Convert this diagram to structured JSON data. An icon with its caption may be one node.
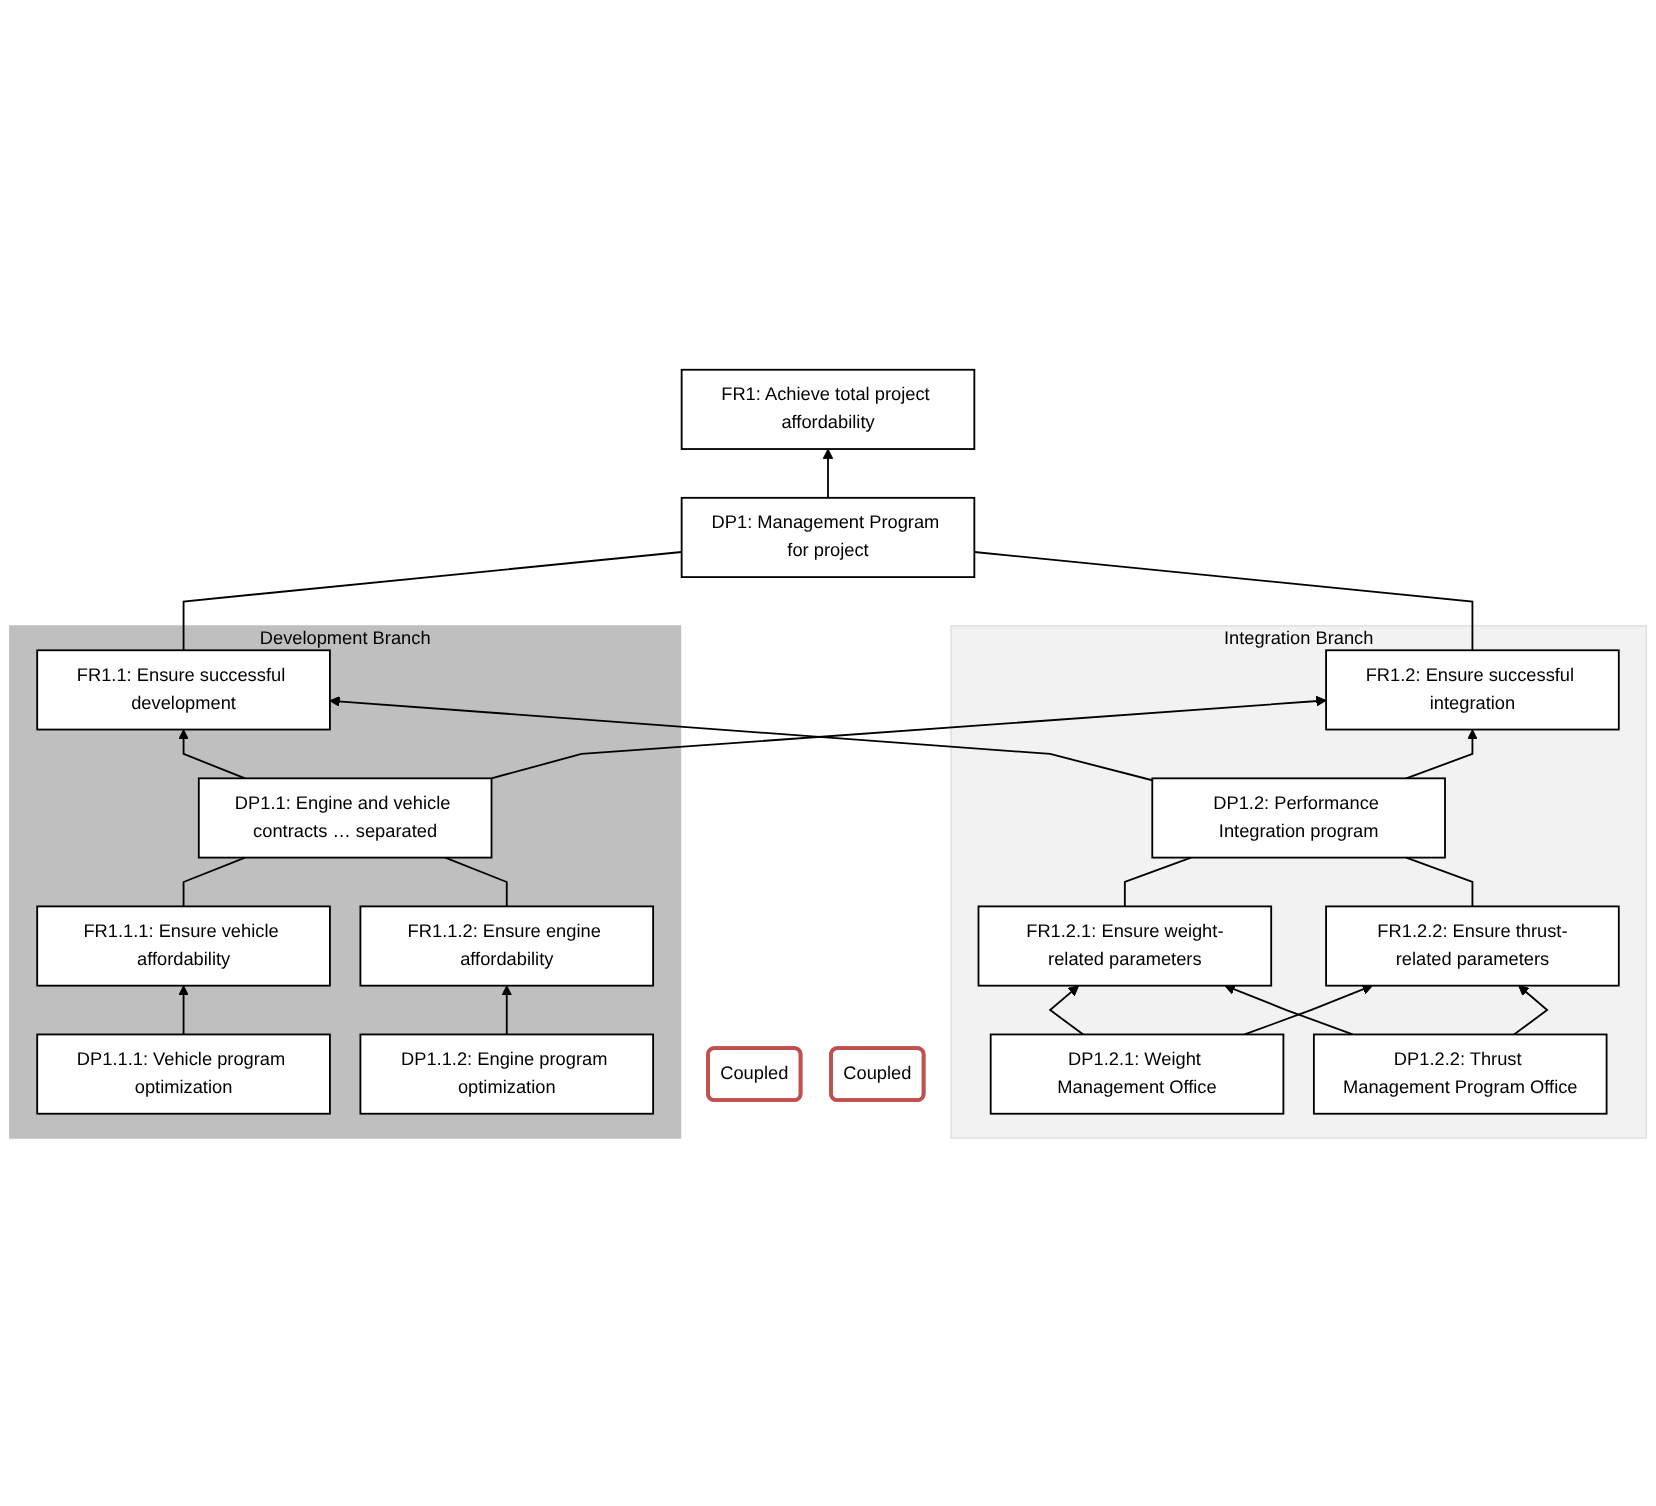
{
  "diagram": {
    "nodes": [
      {
        "text": [
          "FR1: Achieve total project affordability"
        ]
      },
      {
        "text": [
          "DP1: Management Program for project"
        ]
      },
      {
        "text": [
          "Development Branch"
        ]
      },
      {
        "text": [
          "FR1.1: Ensure successful development"
        ],
        "in": 2
      },
      {
        "text": [
          "DP1.1: Engine and vehicle contracts … separated"
        ],
        "in": 2
      },
      {
        "text": [
          "FR1.1.1: Ensure vehicle affordability"
        ],
        "in": 2
      },
      {
        "text": [
          "FR1.1.2: Ensure engine affordability"
        ],
        "in": 2
      },
      {
        "text": [
          "DP1.1.1: Vehicle program optimization"
        ],
        "in": 2
      },
      {
        "text": [
          "DP1.1.2: Engine program optimization"
        ],
        "in": 2
      },
      {
        "text": [
          "Integration Branch"
        ]
      },
      {
        "text": [
          "FR1.2: Ensure successful integration"
        ],
        "in": 9
      },
      {
        "text": [
          "DP1.2: Performance Integration program"
        ],
        "in": 9
      },
      {
        "text": [
          "FR1.2.1: Ensure weight-related parameters"
        ],
        "in": 9
      },
      {
        "text": [
          "FR1.2.2: Ensure thrust-related parameters"
        ],
        "in": 9
      },
      {
        "text": [
          "DP1.2.1: Weight Management Office"
        ],
        "in": 9
      },
      {
        "text": [
          "DP1.2.2: Thrust Management Program Office"
        ],
        "in": 9
      },
      {
        "text": [
          "Coupled"
        ]
      },
      {
        "text": [
          "Coupled"
        ]
      }
    ],
    "edges": [
      {
        "from": 1,
        "to": 0,
        "arrow": "to"
      },
      {
        "from": 3,
        "to": 1,
        "arrow": "none"
      },
      {
        "from": 10,
        "to": 1,
        "arrow": "none"
      },
      {
        "from": 4,
        "to": 3,
        "arrow": "to"
      },
      {
        "from": 4,
        "to": 10,
        "arrow": "to"
      },
      {
        "from": 11,
        "to": 3,
        "arrow": "to"
      },
      {
        "from": 11,
        "to": 10,
        "arrow": "to"
      },
      {
        "from": 5,
        "to": 4,
        "arrow": "none"
      },
      {
        "from": 6,
        "to": 4,
        "arrow": "none"
      },
      {
        "from": 12,
        "to": 11,
        "arrow": "none"
      },
      {
        "from": 13,
        "to": 11,
        "arrow": "none"
      },
      {
        "from": 7,
        "to": 5,
        "arrow": "to"
      },
      {
        "from": 8,
        "to": 6,
        "arrow": "to"
      },
      {
        "from": 14,
        "to": 12,
        "arrow": "to"
      },
      {
        "from": 14,
        "to": 13,
        "arrow": "to"
      },
      {
        "from": 15,
        "to": 12,
        "arrow": "to"
      },
      {
        "from": 15,
        "to": 13,
        "arrow": "to"
      }
    ]
  }
}
